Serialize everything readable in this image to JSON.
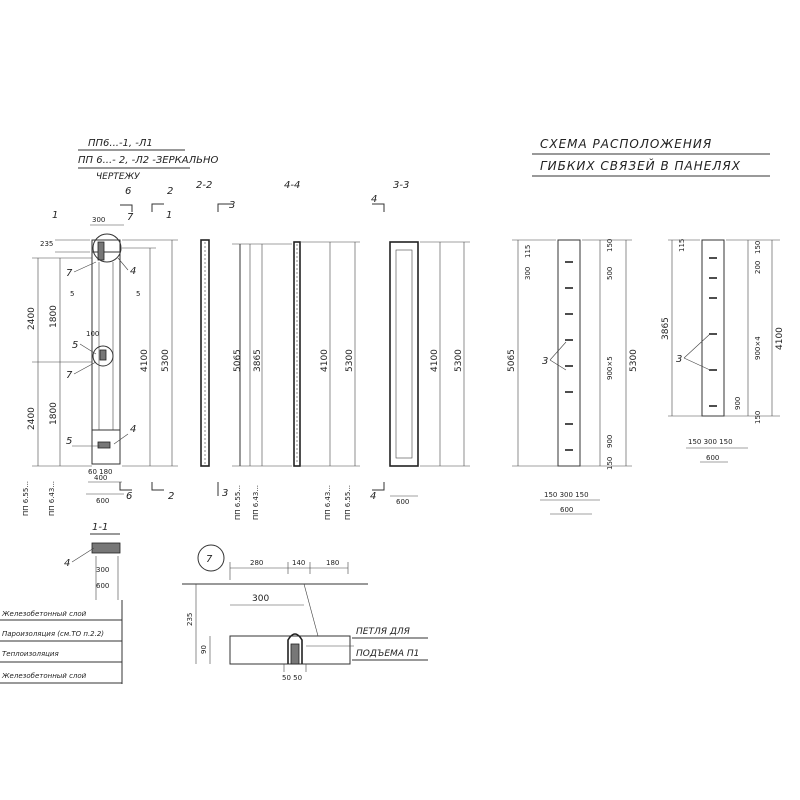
{
  "header": {
    "mark_line1": "ПП6...-1, -Л1",
    "mark_line2": "ПП 6...- 2, -Л2 -ЗЕРКАЛЬНО",
    "mark_line3": "ЧЕРТЕЖУ"
  },
  "sections": {
    "s22": "2-2",
    "s44": "4-4",
    "s33": "3-3",
    "s11": "1-1"
  },
  "cuts": {
    "c1": "1",
    "c2": "2",
    "c3": "3",
    "c4": "4",
    "c5": "5",
    "c6": "6"
  },
  "labels": {
    "n3": "3",
    "n4": "4",
    "n5": "5",
    "n7": "7"
  },
  "main_panel": {
    "dims": {
      "w300": "300",
      "d235": "235",
      "h2400": "2400",
      "h1800": "1800",
      "d100": "100",
      "h4100": "4100",
      "h5300": "5300",
      "w400": "400",
      "w600": "600",
      "bottom_small": "60 180"
    },
    "marks": {
      "m1": "ПП 6.55...",
      "m2": "ПП 6.43...",
      "m3": "ПП 6.43...",
      "m4": "ПП 6.55..."
    }
  },
  "side_views": {
    "v5065": "5065",
    "v3865": "3865"
  },
  "scheme": {
    "title_line1": "СХЕМА   РАСПОЛОЖЕНИЯ",
    "title_line2": "ГИБКИХ  СВЯЗЕЙ  В  ПАНЕЛЯХ",
    "a": {
      "d115": "115",
      "d300": "300",
      "d150": "150",
      "d500": "500",
      "d900x5": "900×5",
      "d900": "900"
    },
    "b": {
      "d200": "200",
      "d900x4": "900×4"
    },
    "bottom_dims": "150 300 150"
  },
  "legend": {
    "layers": [
      "Железобетонный слой",
      "Пароизоляция (см.ТО п.2.2)",
      "Теплоизоляция",
      "Железобетонный слой"
    ]
  },
  "detail7": {
    "d280": "280",
    "d140": "140",
    "d180": "180",
    "d90": "90",
    "loop_dims": "50 50",
    "loop_label_1": "ПЕТЛЯ ДЛЯ",
    "loop_label_2": "ПОДЪЕМА П1"
  }
}
